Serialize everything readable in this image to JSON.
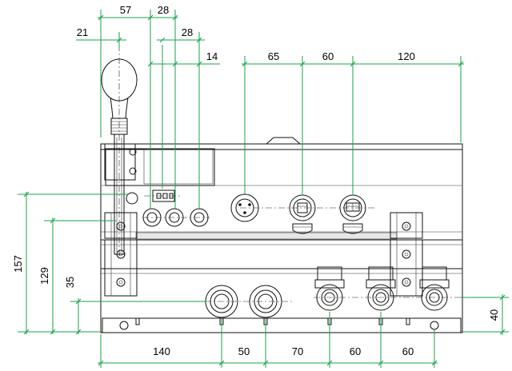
{
  "dimensions": {
    "top_57": "57",
    "top_28a": "28",
    "top_28b": "28",
    "left_21": "21",
    "top_14": "14",
    "top_65": "65",
    "top_60": "60",
    "top_120": "120",
    "left_157": "157",
    "left_129": "129",
    "left_35": "35",
    "right_40": "40",
    "bottom_140": "140",
    "bottom_50": "50",
    "bottom_70": "70",
    "bottom_60a": "60",
    "bottom_60b": "60"
  },
  "colors": {
    "dimension_line": "#1aa24a",
    "outline": "#111111",
    "body_fill": "#ffffff",
    "rail_fill": "#e6e6e6"
  }
}
